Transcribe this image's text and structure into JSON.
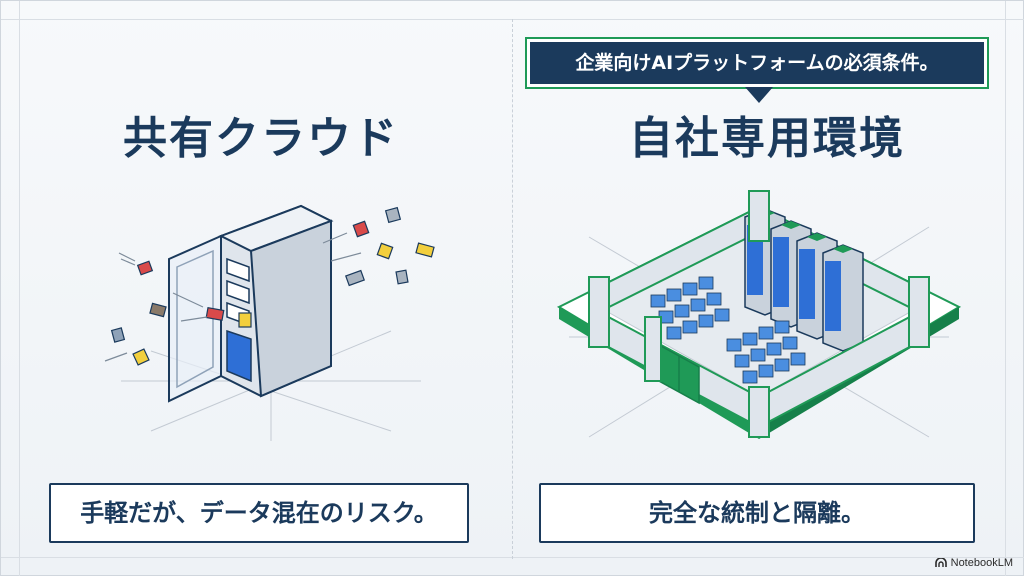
{
  "callout": {
    "text": "企業向けAIプラットフォームの必須条件。"
  },
  "left": {
    "title": "共有クラウド",
    "caption": "手軽だが、データ混在のリスク。",
    "illustration_icon": "shared-server-rack-icon"
  },
  "right": {
    "title": "自社専用環境",
    "caption": "完全な統制と隔離。",
    "illustration_icon": "walled-datacenter-icon"
  },
  "footer": {
    "brand": "NotebookLM"
  },
  "colors": {
    "navy": "#1b3a5c",
    "green": "#1f9a57",
    "blue": "#2e6fd6",
    "red": "#d94a4a",
    "yellow": "#f2cf3d"
  }
}
